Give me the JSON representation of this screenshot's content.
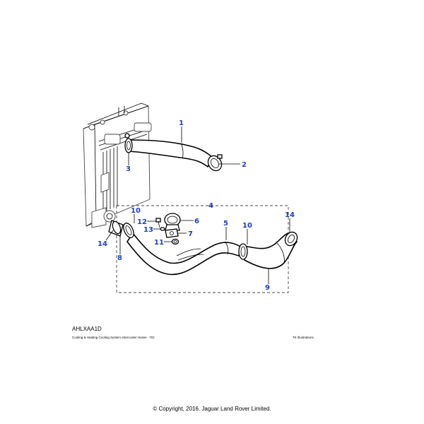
{
  "diagram": {
    "callouts": [
      {
        "id": "1",
        "label": "1"
      },
      {
        "id": "2",
        "label": "2"
      },
      {
        "id": "3",
        "label": "3"
      },
      {
        "id": "4",
        "label": "4"
      },
      {
        "id": "5",
        "label": "5"
      },
      {
        "id": "6",
        "label": "6"
      },
      {
        "id": "7",
        "label": "7"
      },
      {
        "id": "8",
        "label": "8"
      },
      {
        "id": "9",
        "label": "9"
      },
      {
        "id": "10a",
        "label": "10"
      },
      {
        "id": "10b",
        "label": "10"
      },
      {
        "id": "11",
        "label": "11"
      },
      {
        "id": "12",
        "label": "12"
      },
      {
        "id": "13",
        "label": "13"
      },
      {
        "id": "14a",
        "label": "14"
      },
      {
        "id": "14b",
        "label": "14"
      }
    ],
    "callout_color": "#1f3fbf"
  },
  "footer": {
    "ref_code": "AHLXAA1D",
    "caption": "Cooling & Heating Cooling System Intercooler Hoses - TDi",
    "credit": "TK Illustrations",
    "copyright": "© Copyright, 2016. Jaguar Land Rover Limited."
  }
}
